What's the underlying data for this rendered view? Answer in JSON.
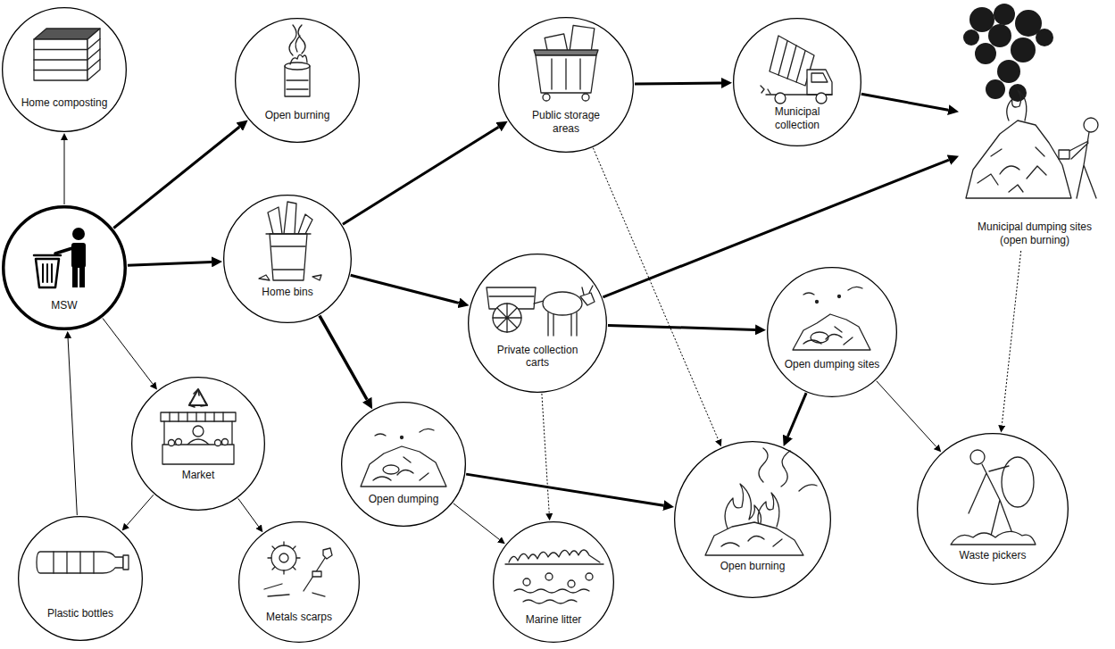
{
  "diagram": {
    "nodes": [
      {
        "text": [
          "Home composting"
        ]
      },
      {
        "text": [
          "Open burning"
        ]
      },
      {
        "text": [
          "Public storage areas"
        ]
      },
      {
        "text": [
          "Municipal collection"
        ]
      },
      {
        "text": [
          "Municipal dumping sites (open burning)"
        ]
      },
      {
        "text": [
          "MSW"
        ]
      },
      {
        "text": [
          "Home bins"
        ]
      },
      {
        "text": [
          "Private collection carts"
        ]
      },
      {
        "text": [
          "Open dumping sites"
        ]
      },
      {
        "text": [
          "Market"
        ]
      },
      {
        "text": [
          "Open dumping"
        ]
      },
      {
        "text": [
          "Waste pickers"
        ]
      },
      {
        "text": [
          "Plastic bottles"
        ]
      },
      {
        "text": [
          "Metals scarps"
        ]
      },
      {
        "text": [
          "Marine litter"
        ]
      },
      {
        "text": [
          "Open burning"
        ]
      }
    ],
    "edges": [
      {
        "from": 5,
        "to": 0,
        "arrow": "to"
      },
      {
        "from": 5,
        "to": 1,
        "arrow": "to"
      },
      {
        "from": 5,
        "to": 6,
        "arrow": "to"
      },
      {
        "from": 5,
        "to": 9,
        "arrow": "to"
      },
      {
        "from": 12,
        "to": 5,
        "arrow": "to"
      },
      {
        "from": 9,
        "to": 12,
        "arrow": "to"
      },
      {
        "from": 9,
        "to": 13,
        "arrow": "to"
      },
      {
        "from": 6,
        "to": 2,
        "arrow": "to"
      },
      {
        "from": 6,
        "to": 7,
        "arrow": "to"
      },
      {
        "from": 6,
        "to": 10,
        "arrow": "to"
      },
      {
        "from": 2,
        "to": 3,
        "arrow": "to"
      },
      {
        "from": 2,
        "to": 15,
        "arrow": "to"
      },
      {
        "from": 3,
        "to": 4,
        "arrow": "to"
      },
      {
        "from": 7,
        "to": 4,
        "arrow": "to"
      },
      {
        "from": 7,
        "to": 8,
        "arrow": "to"
      },
      {
        "from": 7,
        "to": 14,
        "arrow": "to"
      },
      {
        "from": 10,
        "to": 15,
        "arrow": "to"
      },
      {
        "from": 10,
        "to": 14,
        "arrow": "to"
      },
      {
        "from": 8,
        "to": 15,
        "arrow": "to"
      },
      {
        "from": 8,
        "to": 11,
        "arrow": "to"
      },
      {
        "from": 4,
        "to": 11,
        "arrow": "to"
      }
    ]
  }
}
